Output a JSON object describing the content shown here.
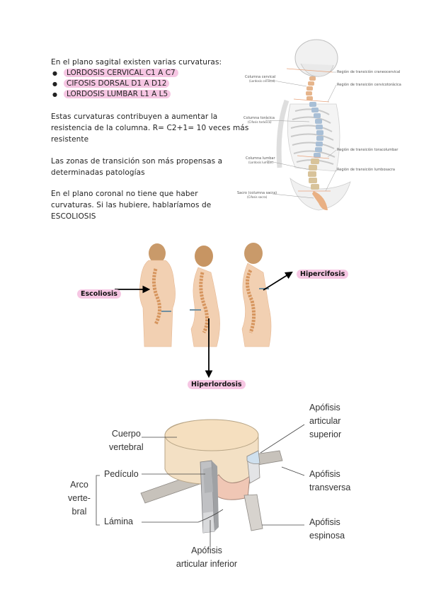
{
  "intro": "En el plano sagital existen varias curvaturas:",
  "bullets": [
    "LORDOSIS CERVICAL C1 A C7",
    "CIFOSIS DORSAL D1 A D12",
    "LORDOSIS LUMBAR L1 A L5"
  ],
  "para1_line1": "Estas curvaturas contribuyen a aumentar la",
  "para1_line2": "resistencia de la columna. R= C2+1= 10 veces más",
  "para1_line3": "resistente",
  "para2_line1": "Las zonas de transición son más propensas a",
  "para2_line2": "determinadas patologías",
  "para3_line1": "En el plano coronal no tiene que haber",
  "para3_line2": "curvaturas. Si las hubiere, hablaríamos de",
  "para3_line3": "ESCOLIOSIS",
  "spine_labels": {
    "cervical": "Columna cervical",
    "cervical_sub": "(Lordosis cervical)",
    "toracica": "Columna torácica",
    "toracica_sub": "(Cifosis torácica)",
    "lumbar": "Columna lumbar",
    "lumbar_sub": "(Lordosis lumbar)",
    "sacro": "Sacro (columna sacra)",
    "sacro_sub": "(Cifosis sacra)",
    "r1": "Región de transición craneocervical",
    "r2": "Región de transición cervicotorácica",
    "r3": "Región de transición toracolumbar",
    "r4": "Región de transición lumbosacra"
  },
  "posture_labels": {
    "escoliosis": "Escoliosis",
    "hipercifosis": "Hipercifosis",
    "hiperlordosis": "Hiperlordosis"
  },
  "vertebra_labels": {
    "cuerpo_1": "Cuerpo",
    "cuerpo_2": "vertebral",
    "pediculo": "Pedículo",
    "arco_1": "Arco",
    "arco_2": "verte-",
    "arco_3": "bral",
    "lamina": "Lámina",
    "ap_inf_1": "Apófisis",
    "ap_inf_2": "articular inferior",
    "ap_sup_1": "Apófisis",
    "ap_sup_2": "articular",
    "ap_sup_3": "superior",
    "ap_trans_1": "Apófisis",
    "ap_trans_2": "transversa",
    "ap_esp_1": "Apófisis",
    "ap_esp_2": "espinosa"
  }
}
